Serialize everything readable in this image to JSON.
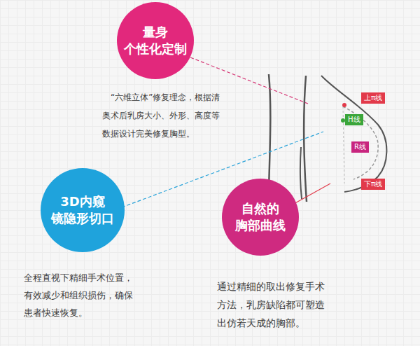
{
  "diagram": {
    "nodes": [
      {
        "text": [
          "量身 个性化定制"
        ]
      },
      {
        "text": [
          "上π线"
        ]
      },
      {
        "text": [
          "H线"
        ]
      },
      {
        "text": [
          "R线"
        ]
      },
      {
        "text": [
          "3D内窥 镜隐形切口"
        ]
      },
      {
        "text": [
          "自然的 胸部曲线"
        ]
      },
      {
        "text": [
          "下π线"
        ]
      }
    ],
    "labels": [
      "“六维立体”修复理念，根据清奥术后乳房大小、外形、高度等数据设计完美修复胸型。",
      "全程直视下精细手术位置，有效减少和组织损伤，确保患者快速恢复。",
      "通过精细的取出修复手术方法，乳房缺陷都可塑造出仿若天成的胸部。"
    ]
  }
}
